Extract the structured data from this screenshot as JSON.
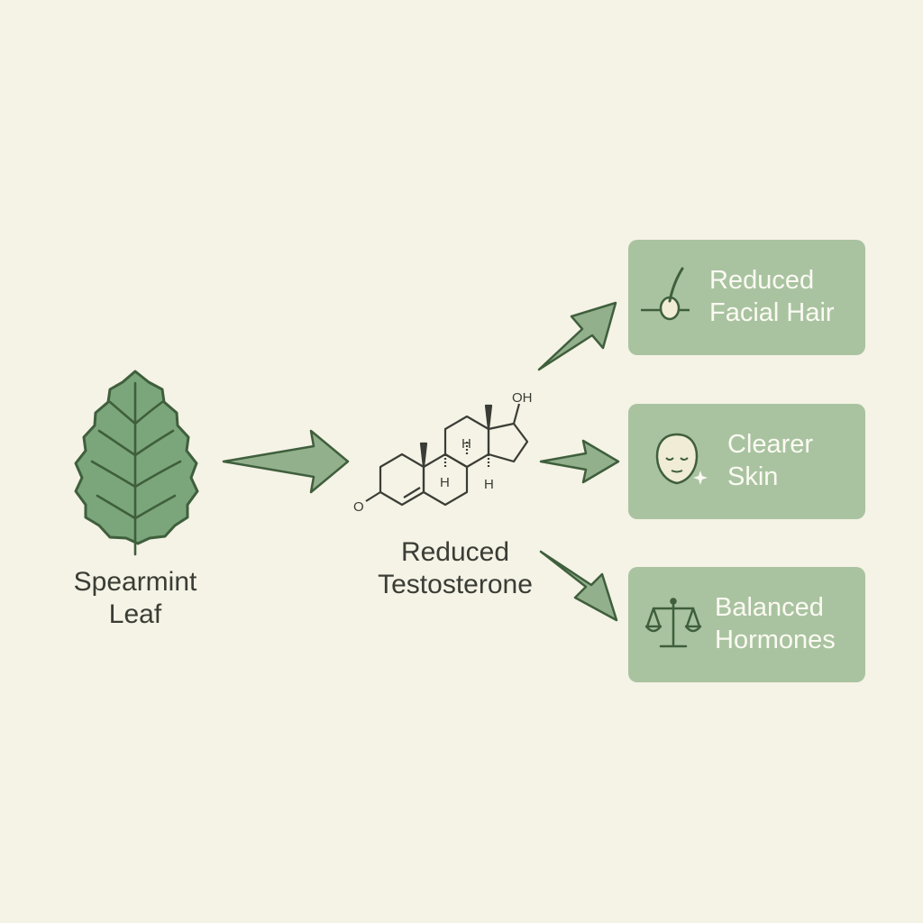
{
  "source": {
    "label_line1": "Spearmint",
    "label_line2": "Leaf"
  },
  "molecule": {
    "label_line1": "Reduced",
    "label_line2": "Testosterone",
    "oh": "OH",
    "o": "O",
    "h1": "H",
    "h2": "H",
    "h3": "H"
  },
  "effects": [
    {
      "line1": "Reduced",
      "line2": "Facial Hair",
      "icon": "hair-follicle-icon"
    },
    {
      "line1": "Clearer",
      "line2": "Skin",
      "icon": "face-icon"
    },
    {
      "line1": "Balanced",
      "line2": "Hormones",
      "icon": "scales-icon"
    }
  ],
  "colors": {
    "background": "#f5f2e6",
    "card": "#a9c3a0",
    "leaf": "#7ba57a",
    "outline": "#3f5f3c"
  }
}
